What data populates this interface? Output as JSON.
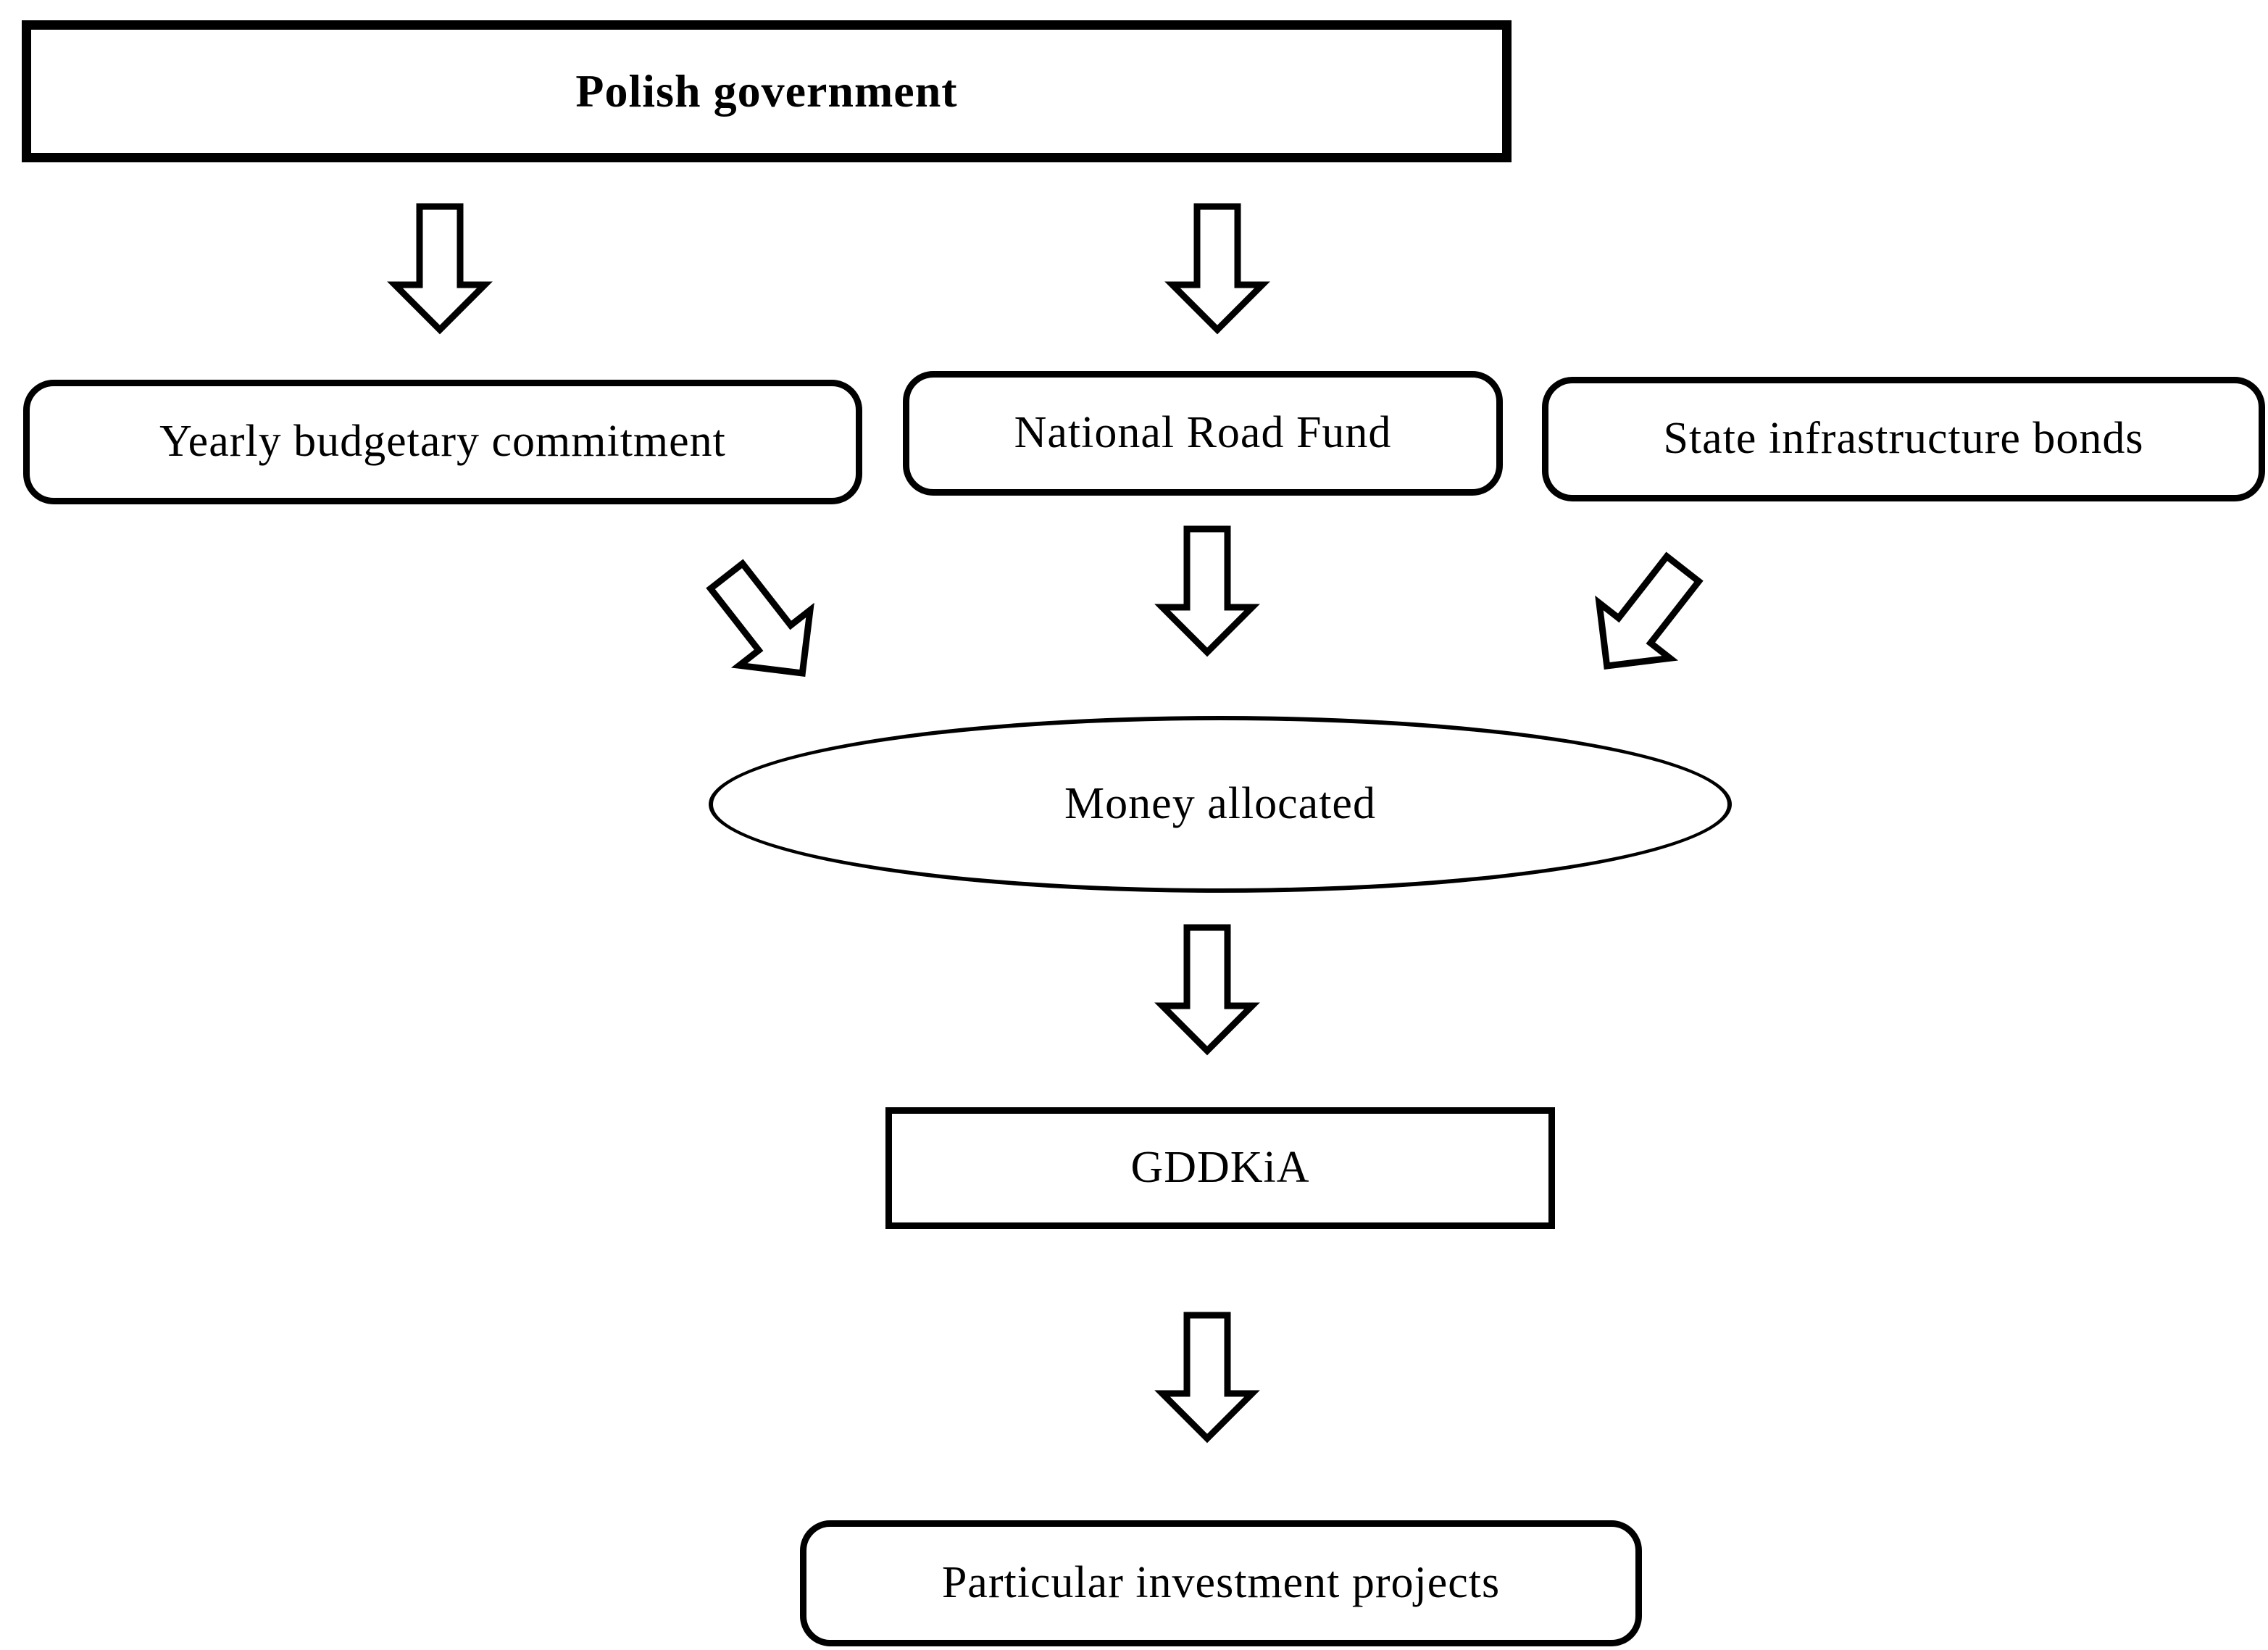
{
  "diagram": {
    "background_color": "#ffffff",
    "stroke_color": "#000000",
    "nodes": {
      "government": {
        "label": "Polish government",
        "shape": "rectangle-bold-border"
      },
      "budget": {
        "label": "Yearly budgetary commitment",
        "shape": "rounded-rectangle"
      },
      "road_fund": {
        "label": "National Road Fund",
        "shape": "rounded-rectangle"
      },
      "bonds": {
        "label": "State infrastructure bonds",
        "shape": "rounded-rectangle"
      },
      "money": {
        "label": "Money allocated",
        "shape": "ellipse"
      },
      "gddkia": {
        "label": "GDDKiA",
        "shape": "rectangle"
      },
      "projects": {
        "label": "Particular investment projects",
        "shape": "rounded-rectangle"
      }
    },
    "edges": [
      {
        "from": "government",
        "to": "budget",
        "style": "hollow-block-arrow",
        "direction": "down"
      },
      {
        "from": "government",
        "to": "road_fund",
        "style": "hollow-block-arrow",
        "direction": "down"
      },
      {
        "from": "budget",
        "to": "money",
        "style": "hollow-block-arrow",
        "direction": "down-right"
      },
      {
        "from": "road_fund",
        "to": "money",
        "style": "hollow-block-arrow",
        "direction": "down"
      },
      {
        "from": "bonds",
        "to": "money",
        "style": "hollow-block-arrow",
        "direction": "down-left"
      },
      {
        "from": "money",
        "to": "gddkia",
        "style": "hollow-block-arrow",
        "direction": "down"
      },
      {
        "from": "gddkia",
        "to": "projects",
        "style": "hollow-block-arrow",
        "direction": "down"
      }
    ]
  }
}
